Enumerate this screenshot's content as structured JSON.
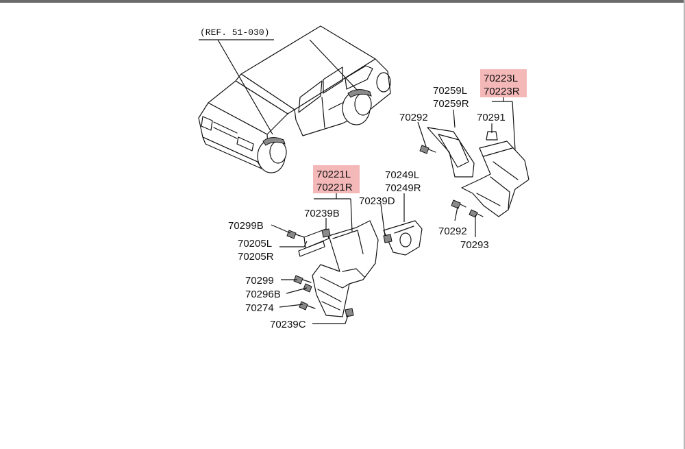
{
  "reference": "(REF. 51-030)",
  "highlight_color": "#f4b8b8",
  "part_labels": {
    "p70223L": "70223L",
    "p70223R": "70223R",
    "p70259L": "70259L",
    "p70259R": "70259R",
    "p70292a": "70292",
    "p70291": "70291",
    "p70292b": "70292",
    "p70293": "70293",
    "p70221L": "70221L",
    "p70221R": "70221R",
    "p70249L": "70249L",
    "p70249R": "70249R",
    "p70239D": "70239D",
    "p70239B": "70239B",
    "p70299B": "70299B",
    "p70205L": "70205L",
    "p70205R": "70205R",
    "p70299": "70299",
    "p70296B": "70296B",
    "p70274": "70274",
    "p70239C": "70239C"
  }
}
